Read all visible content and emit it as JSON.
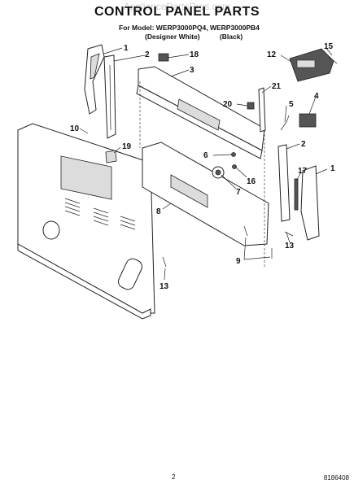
{
  "watermark": "AppliancePartsPros.com",
  "title": "CONTROL PANEL PARTS",
  "models_line": "For Model: WERP3000PQ4, WERP3000PB4",
  "variants": [
    "(Designer White)",
    "(Black)"
  ],
  "callouts": {
    "c1a": "1",
    "c2a": "2",
    "c18": "18",
    "c3": "3",
    "c12": "12",
    "c15": "15",
    "c10": "10",
    "c19": "19",
    "c21": "21",
    "c20": "20",
    "c5": "5",
    "c4": "4",
    "c6": "6",
    "c2b": "2",
    "c16": "16",
    "c7": "7",
    "c17": "17",
    "c1b": "1",
    "c8": "8",
    "c13a": "13",
    "c9": "9",
    "c13b": "13"
  },
  "page_number": "2",
  "doc_number": "8186408"
}
